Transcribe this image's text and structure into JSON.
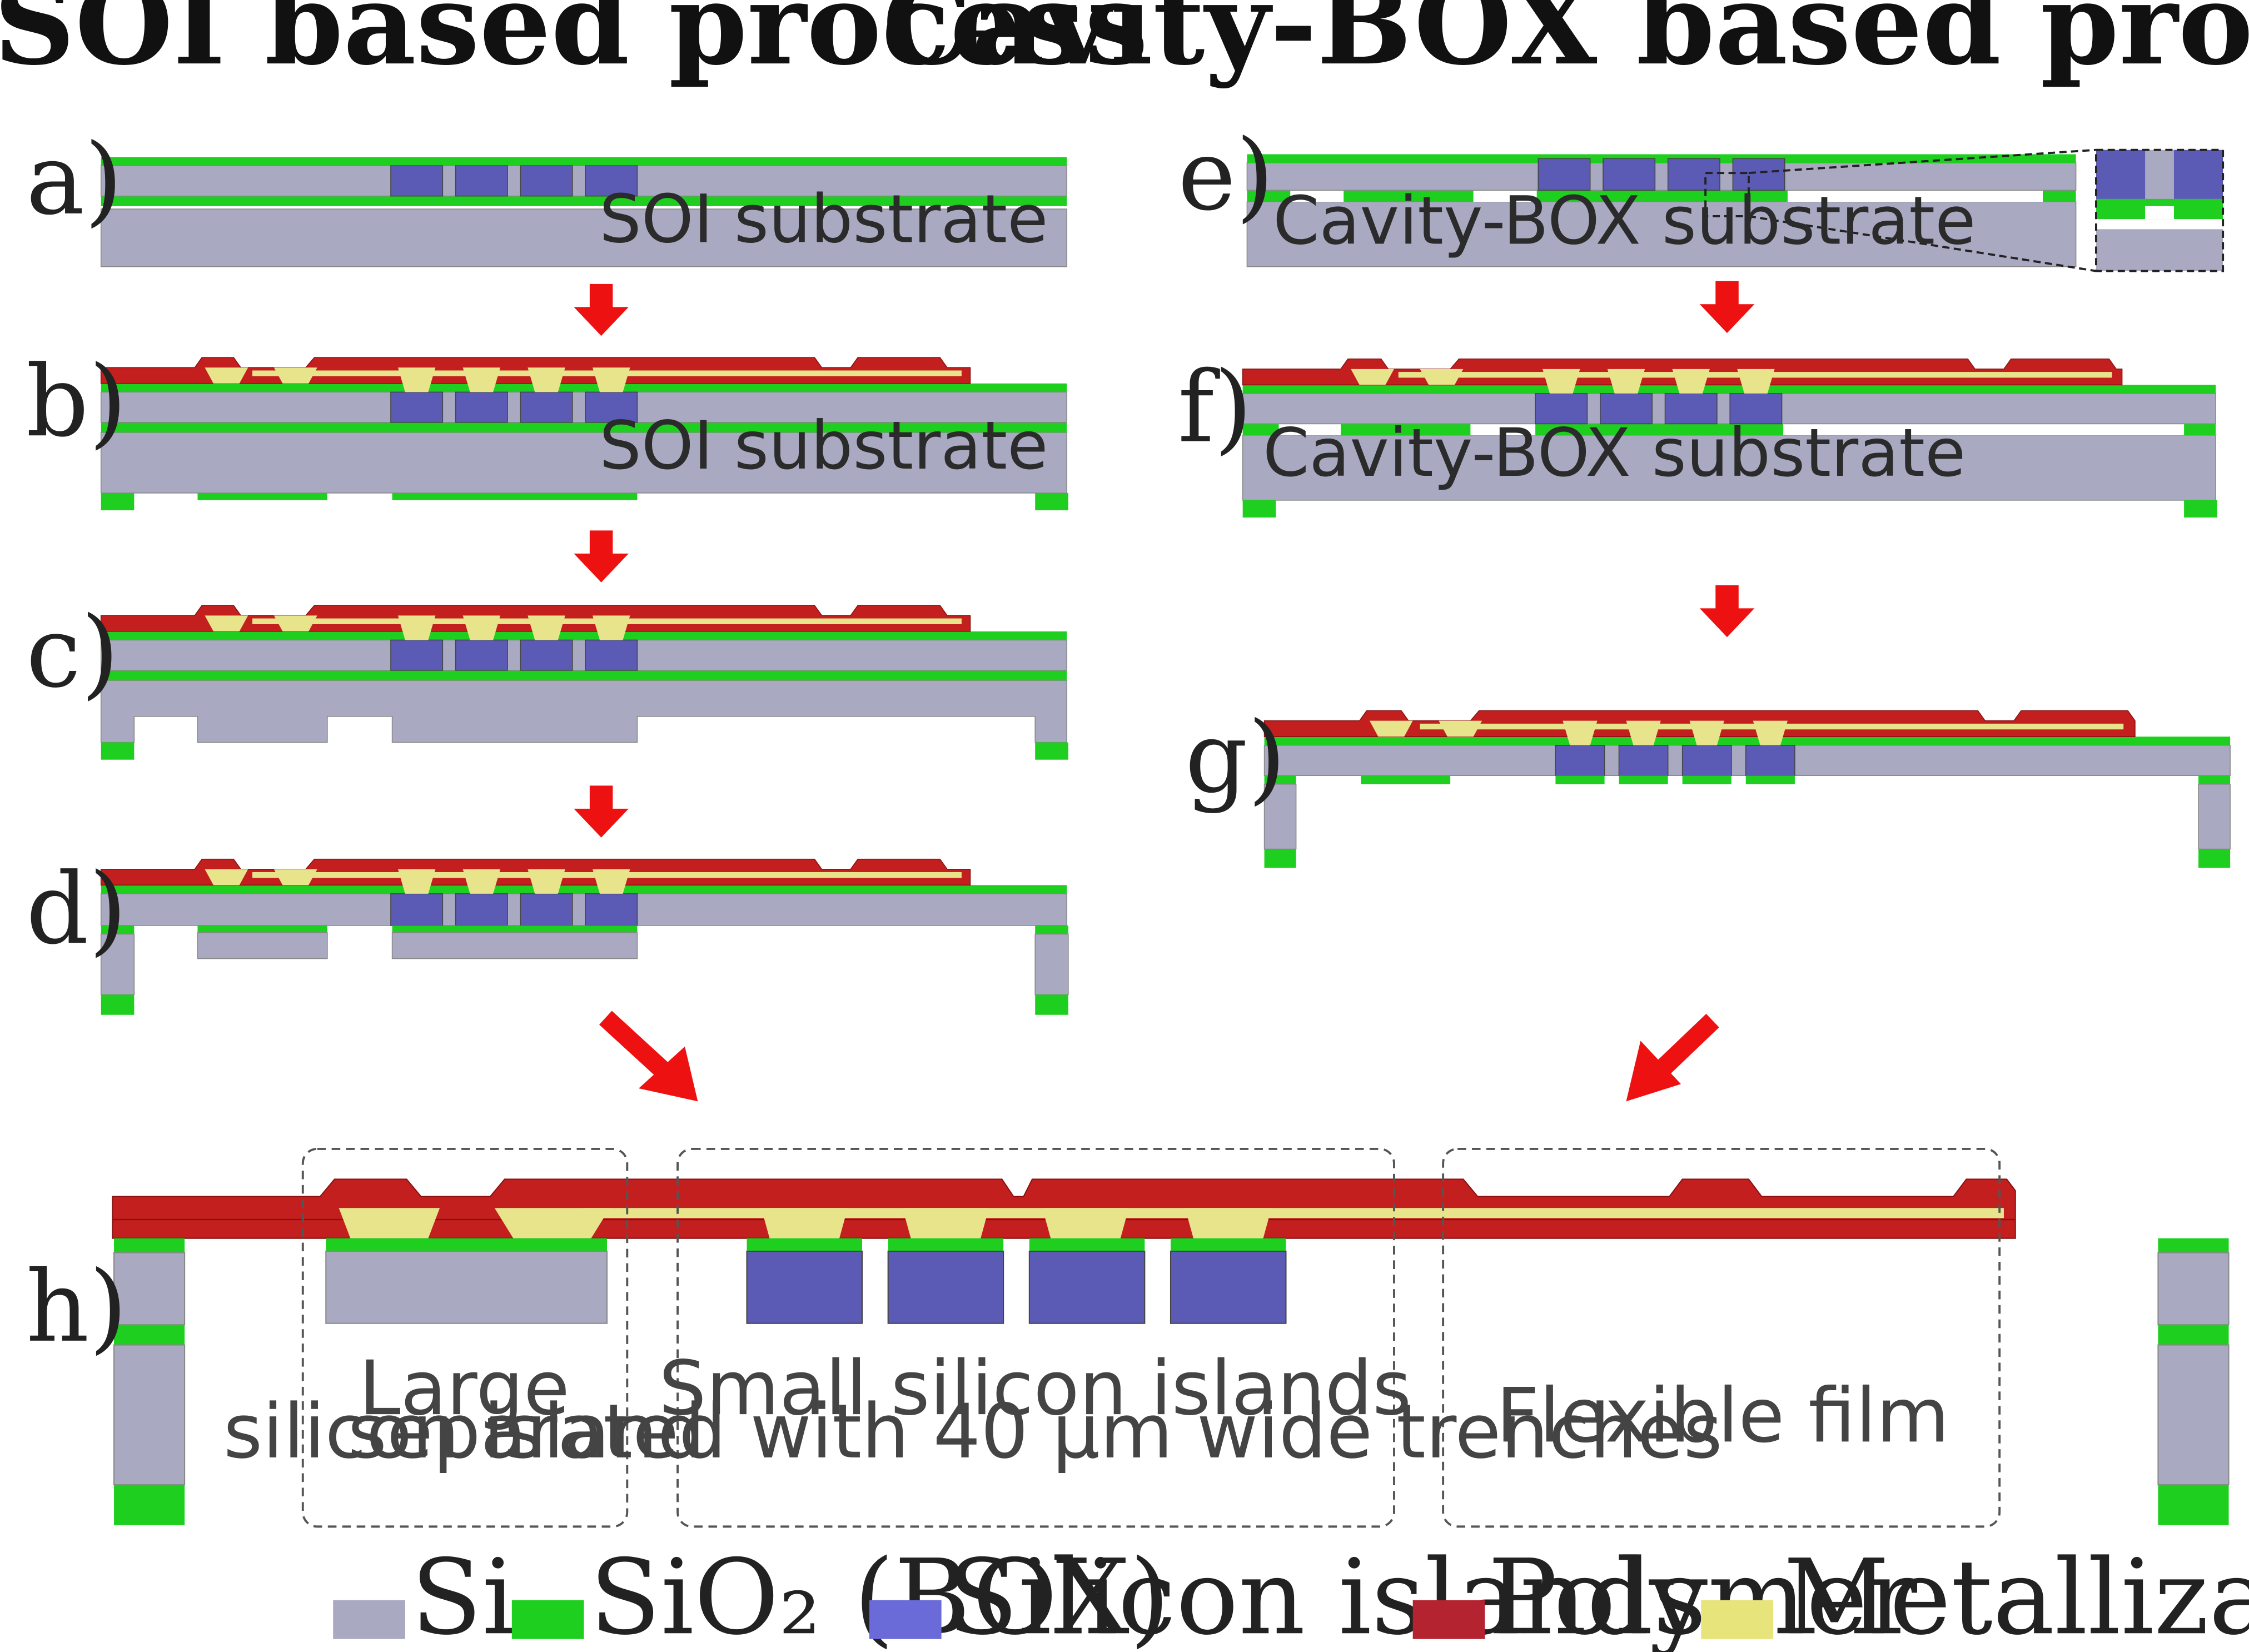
{
  "titles": {
    "left": "SOI based process",
    "right": "Cavity-BOX based process"
  },
  "steps": {
    "a": "a)",
    "b": "b)",
    "c": "c)",
    "d": "d)",
    "e": "e)",
    "f": "f)",
    "g": "g)",
    "h": "h)"
  },
  "substrates": {
    "soi": "SOI substrate",
    "cavity_box": "Cavity-BOX substrate"
  },
  "regions": {
    "large_island": [
      "Large",
      "silicon island"
    ],
    "small_islands": [
      "Small silicon islands",
      "separated with 40 µm  wide trenches"
    ],
    "flexible_film": "Flexible film"
  },
  "legend": [
    {
      "name": "Si",
      "color": "#a9a9c2"
    },
    {
      "name": "SiO₂  (BOX)",
      "color": "#1fcf1f"
    },
    {
      "name": "Silicon islands",
      "color": "#6a6ad8"
    },
    {
      "name": "Polymer",
      "color": "#b42430"
    },
    {
      "name": "Metallization",
      "color": "#e6e47a"
    }
  ],
  "colors": {
    "si": "#a9a9c2",
    "sio2": "#1fcf1f",
    "island": "#5b5bb5",
    "polymer": "#c41f1f",
    "metal": "#e8e48c",
    "arrow": "#ee1111"
  }
}
